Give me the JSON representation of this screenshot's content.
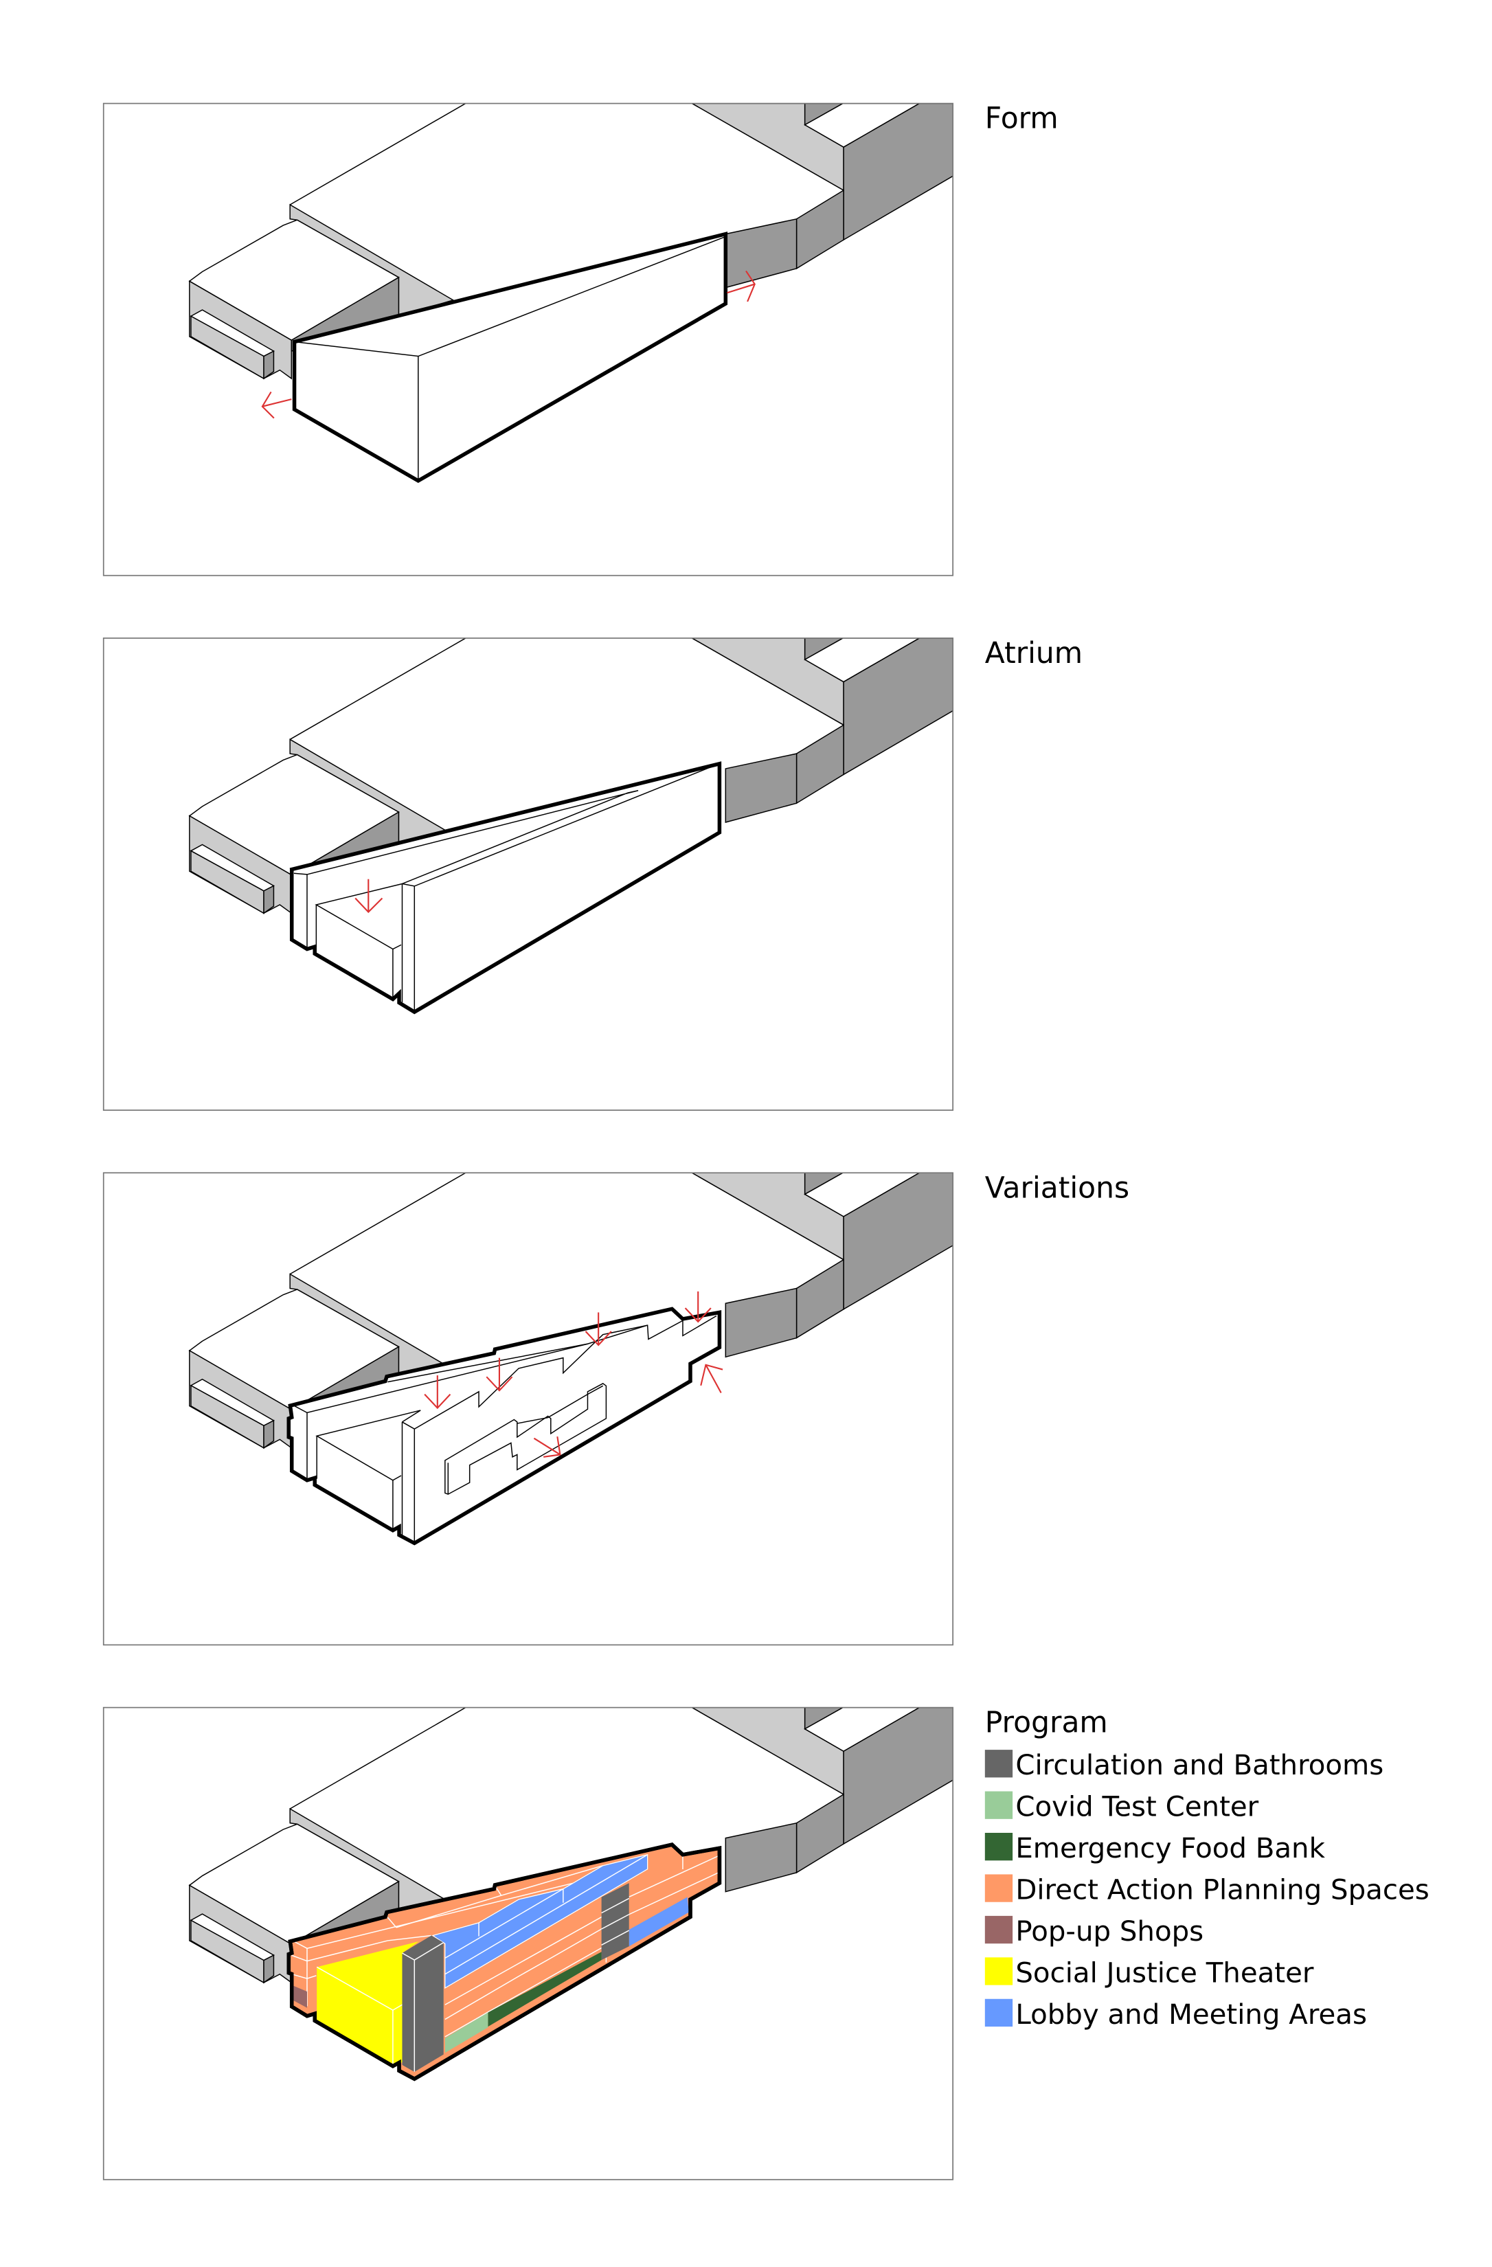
{
  "panels": [
    {
      "title": "Form"
    },
    {
      "title": "Atrium"
    },
    {
      "title": "Variations"
    },
    {
      "title": "Program"
    }
  ],
  "legend": {
    "items": [
      {
        "label": "Circulation and Bathrooms",
        "color": "#666666"
      },
      {
        "label": "Covid Test Center",
        "color": "#99CC99"
      },
      {
        "label": "Emergency Food Bank",
        "color": "#336633"
      },
      {
        "label": "Direct Action Planning Spaces",
        "color": "#FF9966"
      },
      {
        "label": "Pop-up Shops",
        "color": "#996666"
      },
      {
        "label": "Social Justice Theater",
        "color": "#FFFF00"
      },
      {
        "label": "Lobby and Meeting Areas",
        "color": "#6699FF"
      }
    ]
  },
  "colors": {
    "light_gray": "#CCCCCC",
    "mid_gray": "#999999",
    "arrow": "#DD3333"
  }
}
